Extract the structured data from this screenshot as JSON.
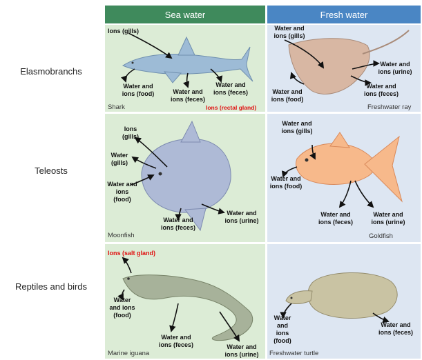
{
  "columns": {
    "sea": "Sea water",
    "fresh": "Fresh water"
  },
  "rows": [
    "Elasmobranchs",
    "Teleosts",
    "Reptiles and birds"
  ],
  "cells": {
    "shark": {
      "name": "Shark",
      "labels": [
        "Ions (gills)",
        "Water and ions (food)",
        "Water and ions (feces)",
        "Water and ions (feces)"
      ],
      "red_label": "Ions (rectal gland)"
    },
    "ray": {
      "name": "Freshwater ray",
      "labels": [
        "Water and ions (gills)",
        "Water and ions (urine)",
        "Water and ions (feces)",
        "Water and ions (food)"
      ]
    },
    "moonfish": {
      "name": "Moonfish",
      "labels": [
        "Ions (gills)",
        "Water (gills)",
        "Water and ions (food)",
        "Water and ions (urine)",
        "Water and ions (feces)"
      ]
    },
    "goldfish": {
      "name": "Goldfish",
      "labels": [
        "Water and ions (gills)",
        "Water and ions (food)",
        "Water and ions (feces)",
        "Water and ions (urine)"
      ]
    },
    "iguana": {
      "name": "Marine iguana",
      "red_label": "Ions (salt gland)",
      "labels": [
        "Water and ions (food)",
        "Water and ions (feces)",
        "Water and ions (urine)"
      ]
    },
    "turtle": {
      "name": "Freshwater turtle",
      "labels": [
        "Water and ions (food)",
        "Water and ions (feces)"
      ]
    }
  },
  "colors": {
    "sea_header": "#3f8a5c",
    "fresh_header": "#4a86c4",
    "sea_bg": "#dcecd6",
    "fresh_bg": "#dde6f2",
    "highlight": "#e01010"
  }
}
